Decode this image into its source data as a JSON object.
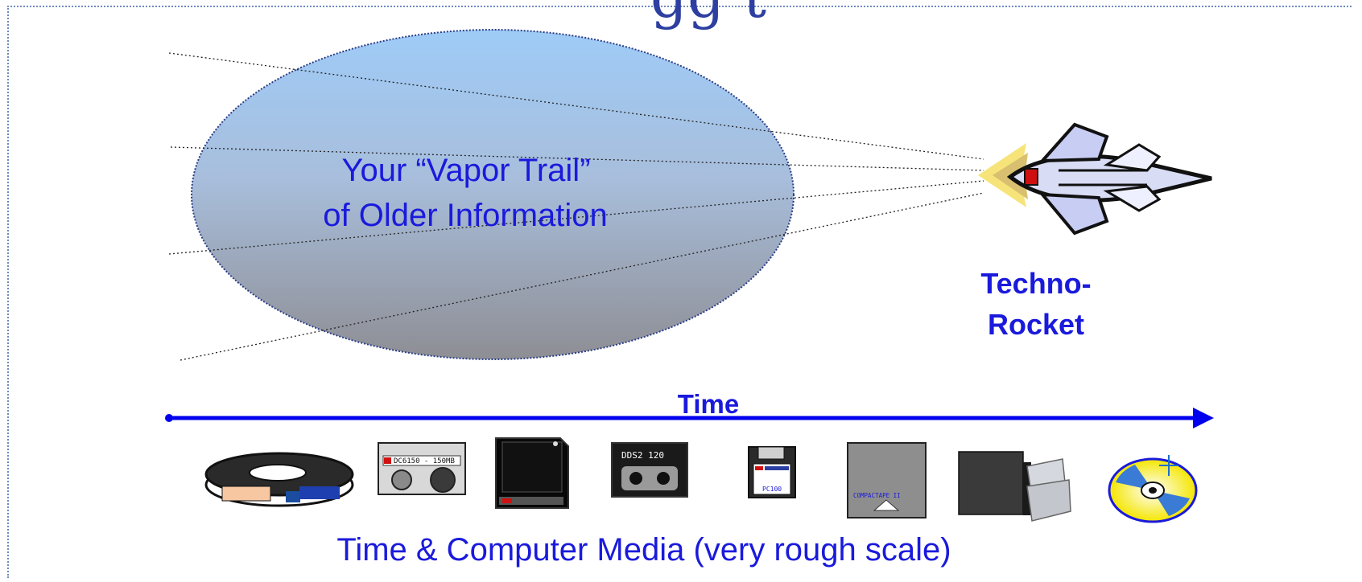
{
  "title_fragment": "gg   t",
  "vapor_trail": {
    "line1": "Your “Vapor Trail”",
    "line2": "of Older Information"
  },
  "rocket": {
    "line1": "Techno-",
    "line2": "Rocket",
    "icon": "rocket-icon"
  },
  "timeline": {
    "label": "Time",
    "color": "#0000ee"
  },
  "media": [
    {
      "icon": "open-reel-tape-icon"
    },
    {
      "icon": "tape-cartridge-icon",
      "label": "DC6150 - 150MB"
    },
    {
      "icon": "black-cartridge-icon"
    },
    {
      "icon": "data-cassette-icon",
      "label": "DDS2 120"
    },
    {
      "icon": "floppy-disk-icon",
      "label": "PC100"
    },
    {
      "icon": "compactape-cartridge-icon",
      "label": "COMPACTAPE II"
    },
    {
      "icon": "tape-library-icon"
    },
    {
      "icon": "compact-disc-icon"
    }
  ],
  "caption": "Time & Computer Media (very rough scale)",
  "colors": {
    "text_blue": "#1a1adc",
    "ellipse_top": "#9ecbf7",
    "ellipse_bottom": "#8e8e94",
    "frame": "#6d8bbf"
  }
}
